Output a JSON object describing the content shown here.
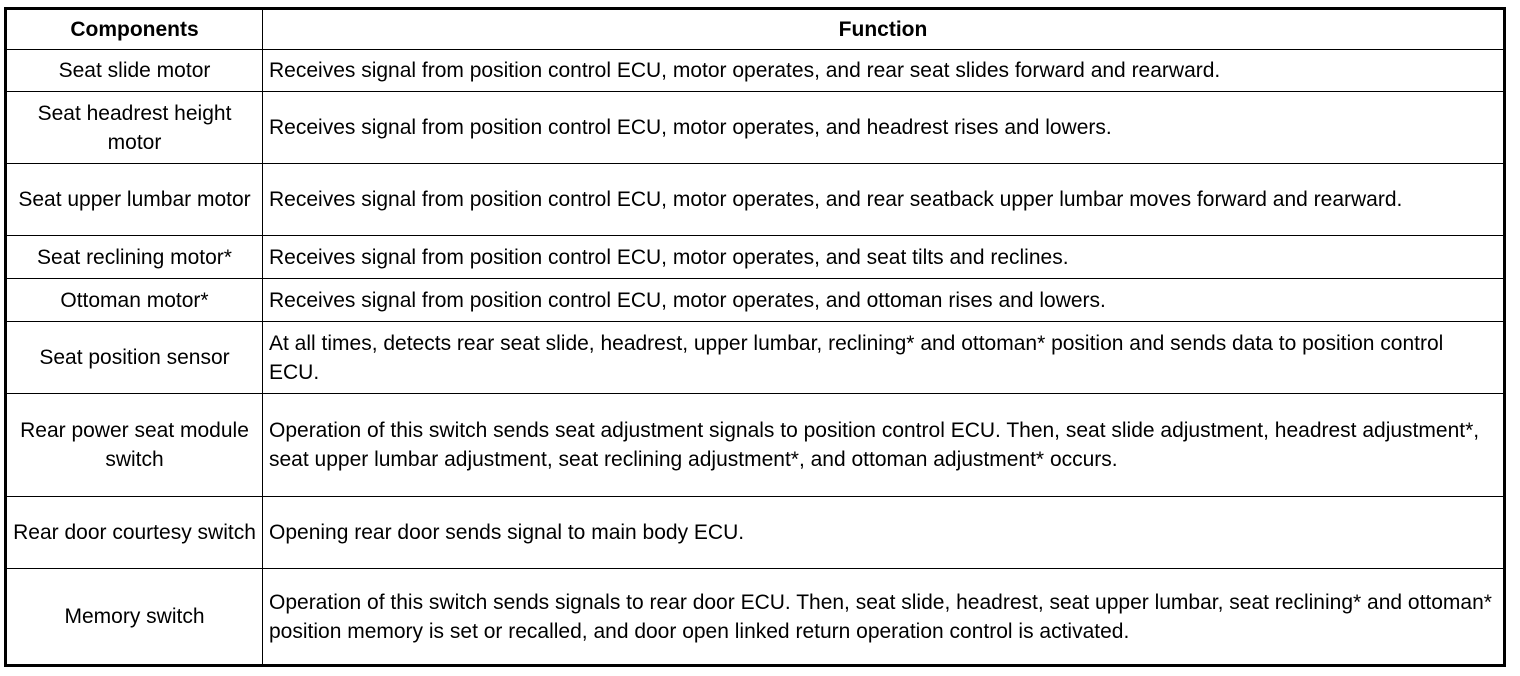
{
  "table": {
    "headers": [
      "Components",
      "Function"
    ],
    "rows": [
      {
        "component": "Seat slide motor",
        "function": "Receives signal from position control ECU, motor operates, and rear seat slides forward and rearward."
      },
      {
        "component": "Seat headrest height motor",
        "function": "Receives signal from position control ECU, motor operates, and headrest rises and lowers."
      },
      {
        "component": "Seat upper lumbar motor",
        "function": "Receives signal from position control ECU, motor operates, and rear seatback upper lumbar moves forward and rearward."
      },
      {
        "component": "Seat reclining motor*",
        "function": "Receives signal from position control ECU, motor operates, and seat tilts and reclines."
      },
      {
        "component": "Ottoman motor*",
        "function": "Receives signal from position control ECU, motor operates, and ottoman rises and lowers."
      },
      {
        "component": "Seat position sensor",
        "function": "At all times, detects rear seat slide, headrest, upper lumbar, reclining* and ottoman* position and sends data to position control ECU."
      },
      {
        "component": "Rear power seat module switch",
        "function": "Operation of this switch sends seat adjustment signals to position control ECU. Then, seat slide adjustment, headrest adjustment*, seat upper lumbar adjustment, seat reclining adjustment*, and ottoman adjustment* occurs."
      },
      {
        "component": "Rear door courtesy switch",
        "function": "Opening rear door sends signal to main body ECU."
      },
      {
        "component": "Memory switch",
        "function": "Operation of this switch sends signals to rear door ECU. Then, seat slide, headrest, seat upper lumbar, seat reclining* and ottoman* position memory is set or recalled, and door open linked return operation control is activated."
      }
    ]
  }
}
